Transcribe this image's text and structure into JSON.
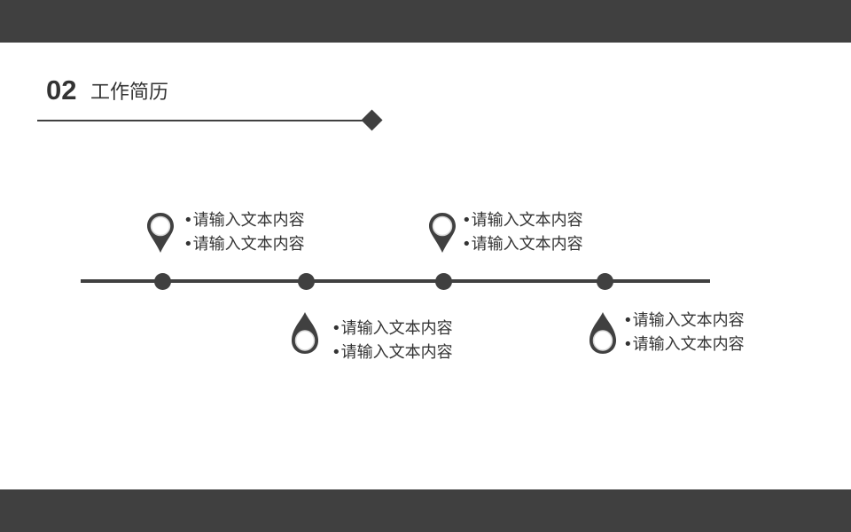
{
  "header": {
    "section_number": "02",
    "section_title": "工作简历"
  },
  "timeline": {
    "line_color": "#404040",
    "marker_color": "#404040",
    "entries": [
      {
        "position": "above",
        "marker_icon": "map-pin-icon",
        "lines": [
          "•请输入文本内容",
          "•请输入文本内容"
        ]
      },
      {
        "position": "below",
        "marker_icon": "droplet-icon",
        "lines": [
          "•请输入文本内容",
          "•请输入文本内容"
        ]
      },
      {
        "position": "above",
        "marker_icon": "map-pin-icon",
        "lines": [
          "•请输入文本内容",
          "•请输入文本内容"
        ]
      },
      {
        "position": "below",
        "marker_icon": "droplet-icon",
        "lines": [
          "•请输入文本内容",
          "•请输入文本内容"
        ]
      }
    ]
  },
  "colors": {
    "bar": "#404040",
    "text": "#333333",
    "background": "#ffffff"
  }
}
